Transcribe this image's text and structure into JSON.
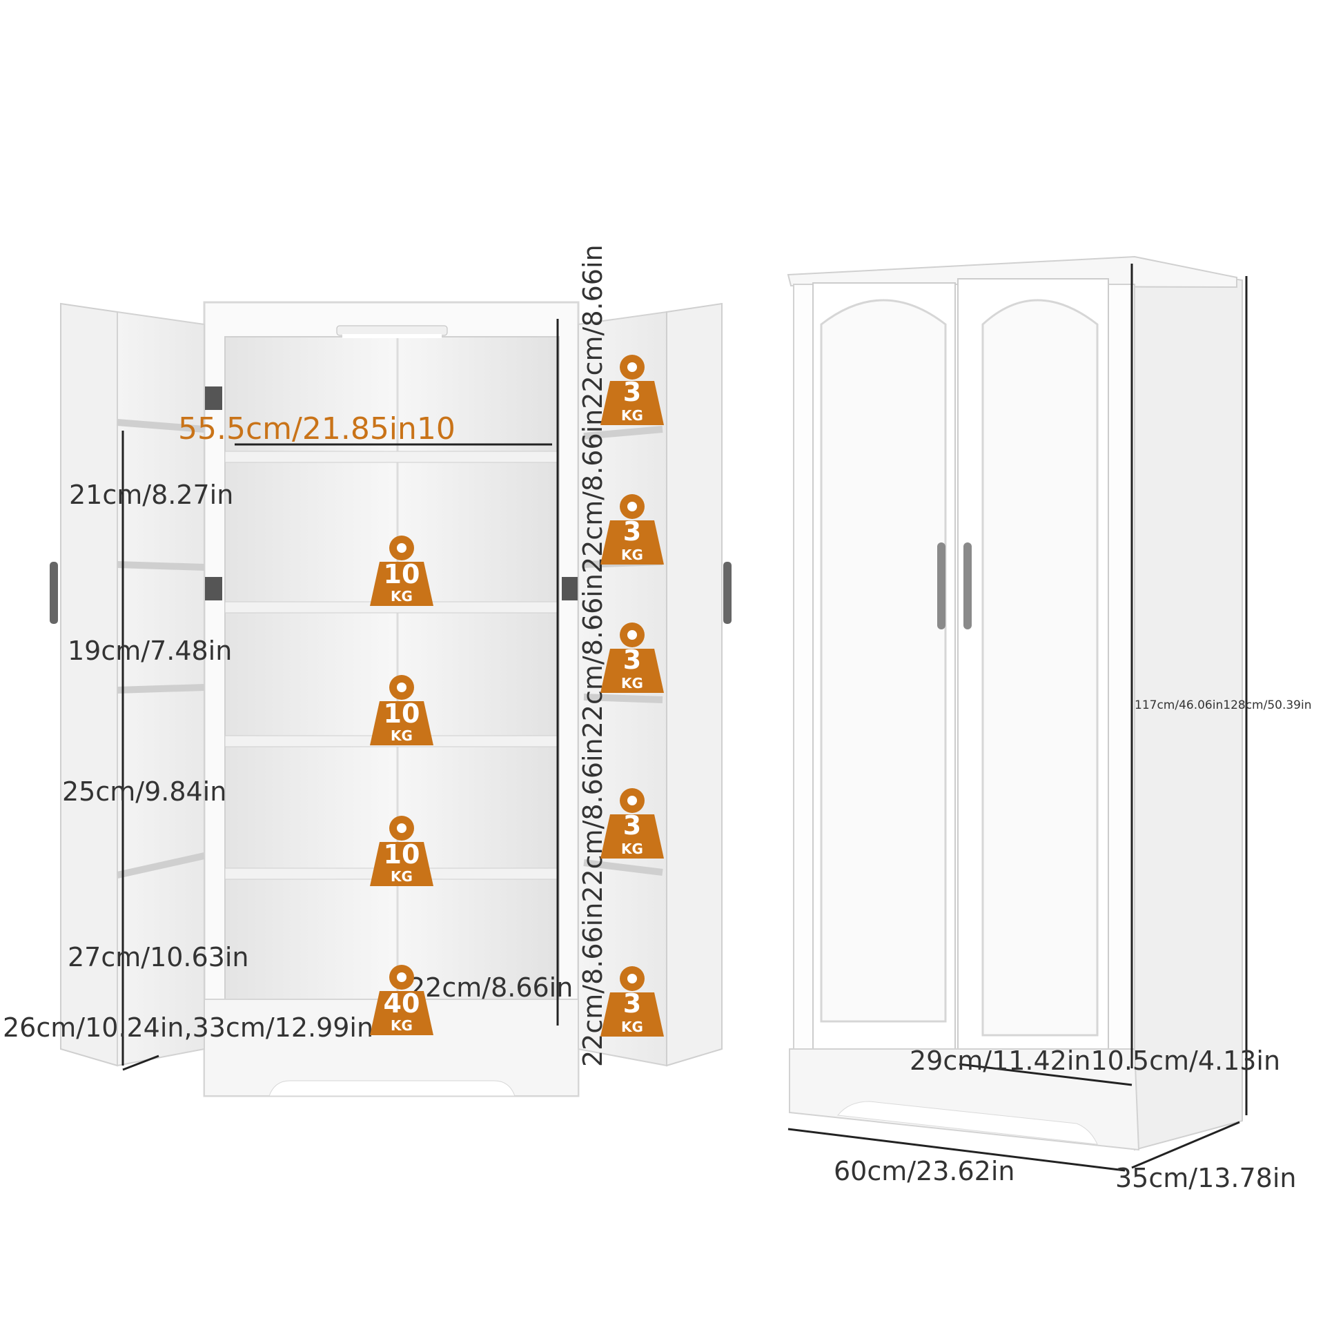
{
  "open_cabinet": {
    "inner_width": "55.5cm/21.85in",
    "inner_width_suffix": "10",
    "left_door_shelf_heights": [
      "21cm/8.27in",
      "19cm/7.48in",
      "25cm/9.84in",
      "27cm/10.63in"
    ],
    "bottom_depths": "26cm/10.24in,33cm/12.99in",
    "vertical_shelf_heights": "22cm/8.66in22cm/8.66in22cm/8.66in22cm/8.66in22cm/8.66in",
    "bottom_inner_height": "22cm/8.66in",
    "shelf_load_badges": [
      {
        "value": "10",
        "unit": "KG"
      },
      {
        "value": "10",
        "unit": "KG"
      },
      {
        "value": "10",
        "unit": "KG"
      },
      {
        "value": "40",
        "unit": "KG"
      }
    ],
    "door_shelf_load_badges": [
      {
        "value": "3",
        "unit": "KG"
      },
      {
        "value": "3",
        "unit": "KG"
      },
      {
        "value": "3",
        "unit": "KG"
      },
      {
        "value": "3",
        "unit": "KG"
      },
      {
        "value": "3",
        "unit": "KG"
      }
    ]
  },
  "closed_cabinet": {
    "heights": "117cm/46.06in128cm/50.39in",
    "inner_depth_and_base": "29cm/11.42in10.5cm/4.13in",
    "width": "60cm/23.62in",
    "depth": "35cm/13.78in"
  },
  "colors": {
    "badge_orange": "#c97318",
    "label_orange": "#c97318",
    "text": "#333333",
    "cabinet_white": "#ffffff",
    "cabinet_shade": "#eeeeee"
  }
}
